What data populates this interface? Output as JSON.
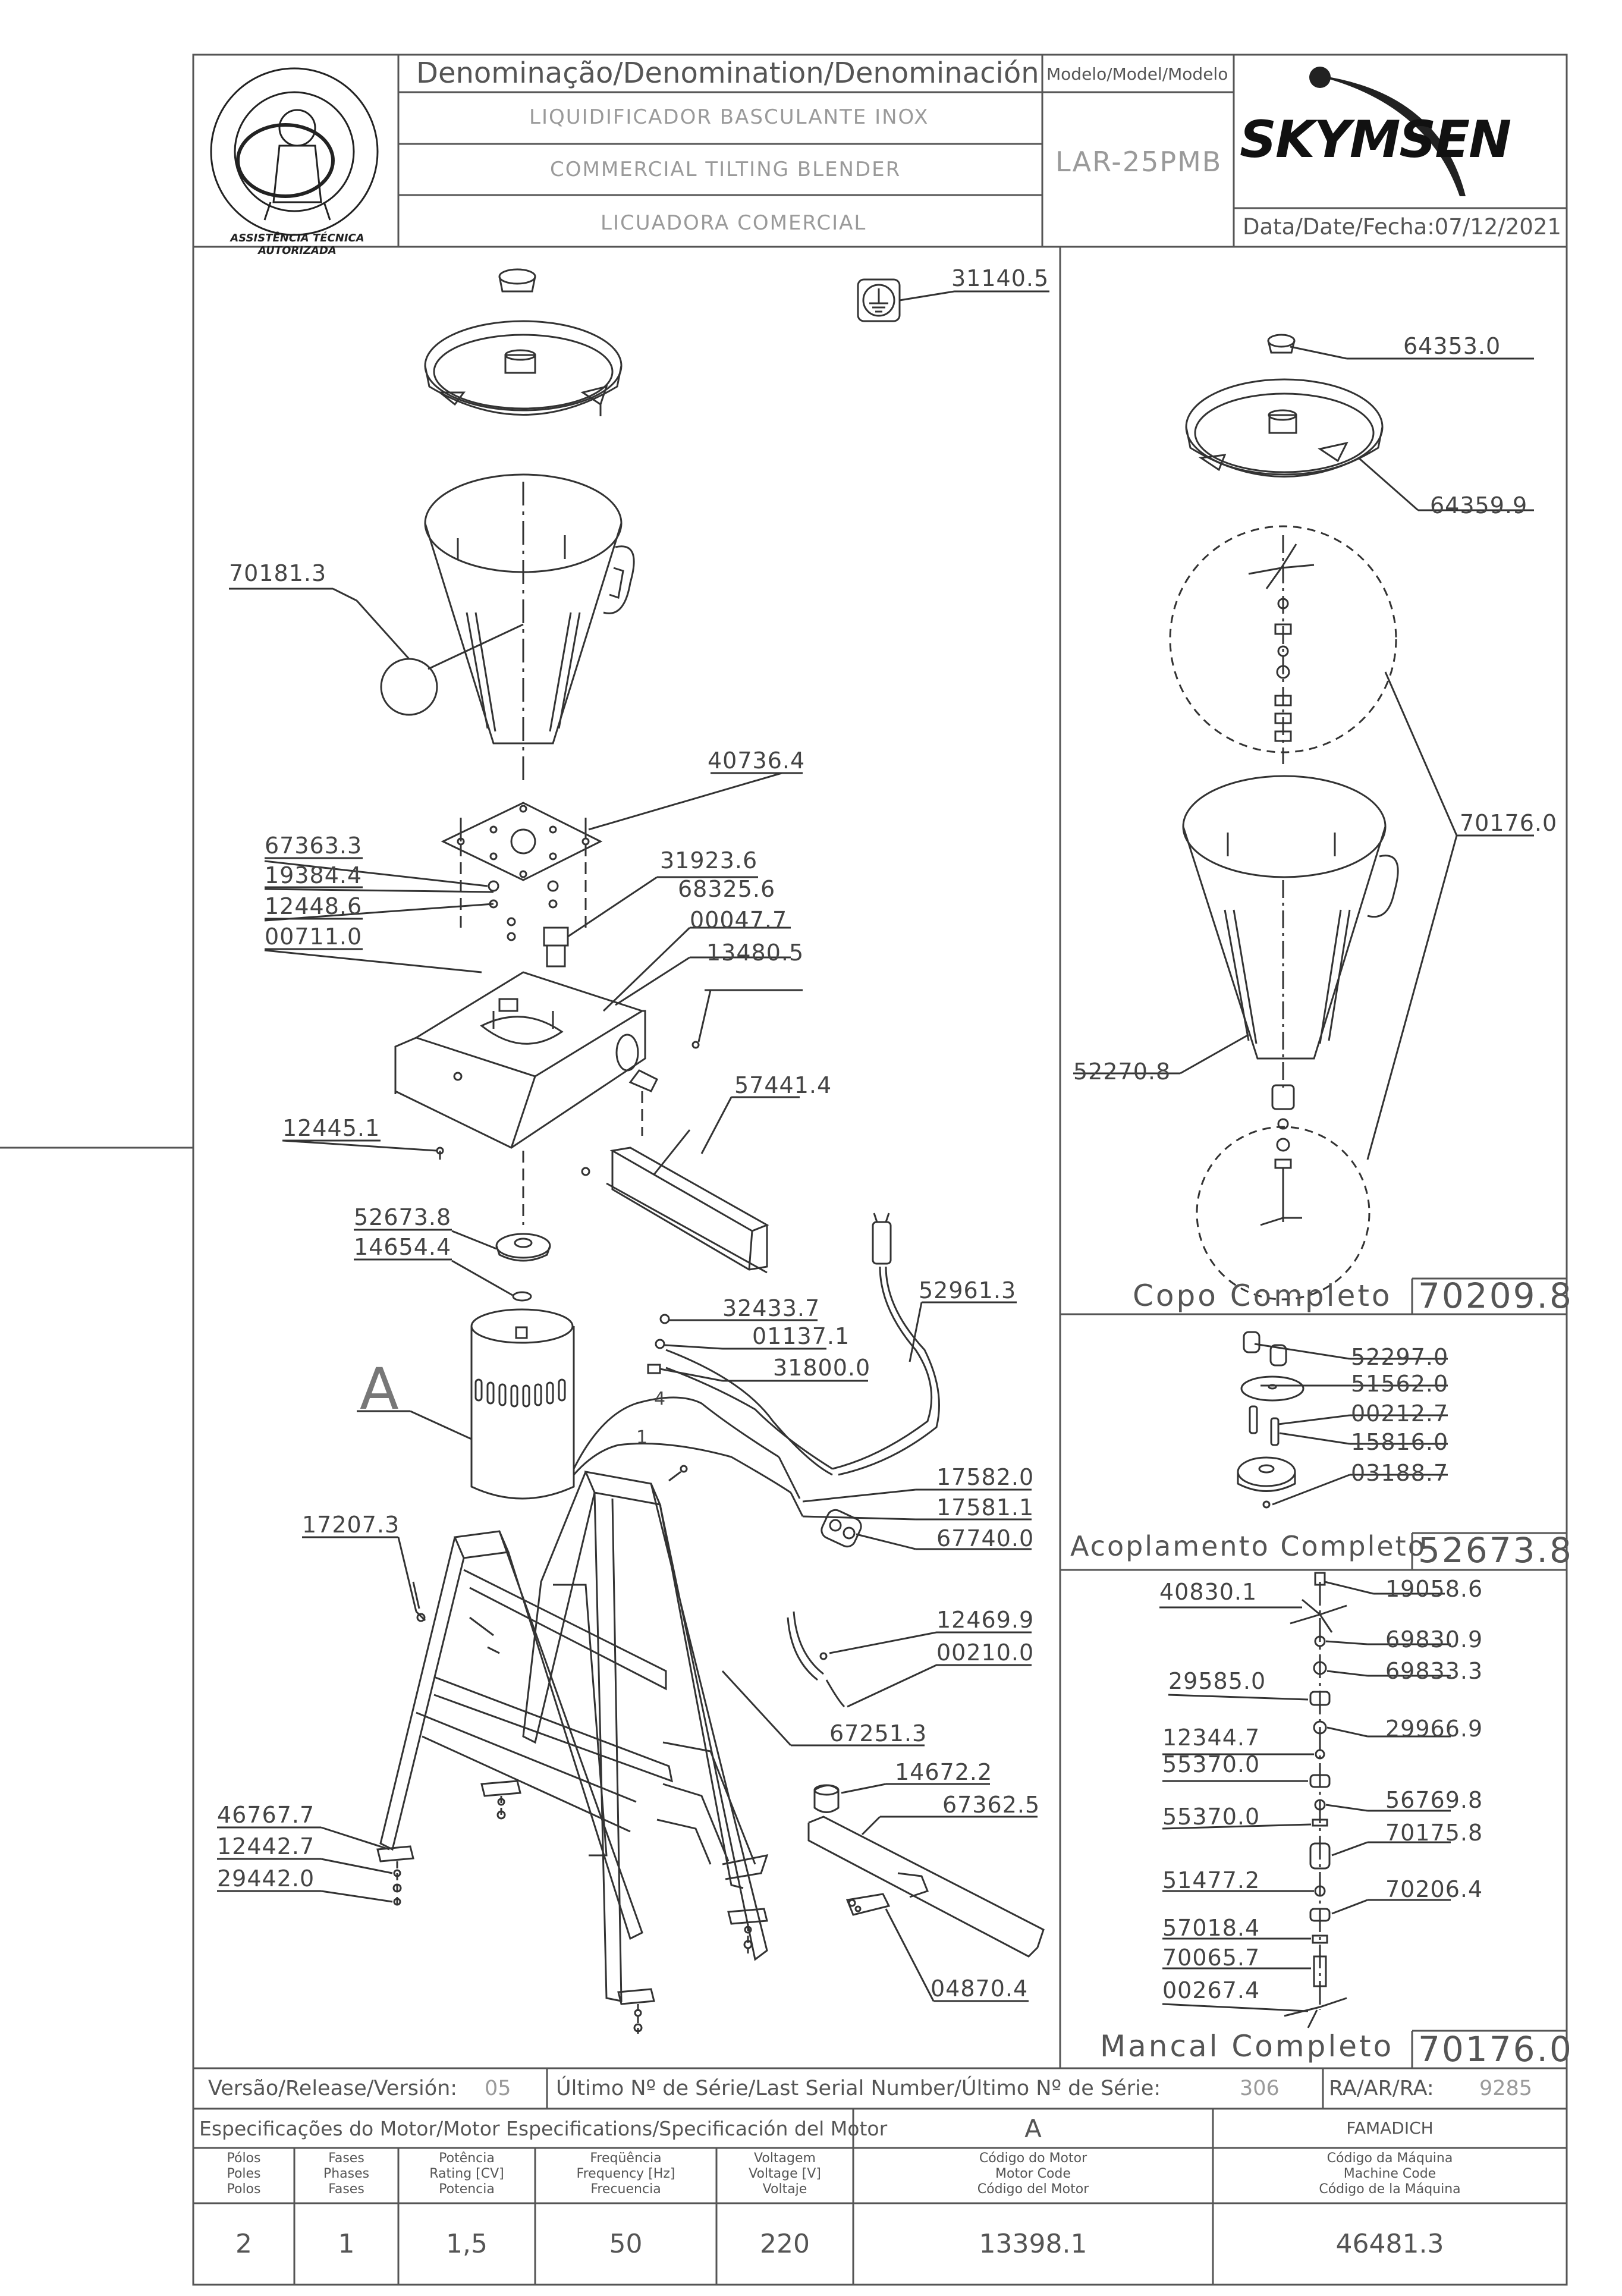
{
  "header": {
    "denomination_label": "Denominação/Denomination/Denominación",
    "name_pt": "LIQUIDIFICADOR BASCULANTE INOX",
    "name_en": "COMMERCIAL TILTING BLENDER",
    "name_es": "LICUADORA COMERCIAL",
    "model_label": "Modelo/Model/Modelo",
    "model_value": "LAR-25PMB",
    "brand": "SKYMSEN",
    "date_label": "Data/Date/Fecha:",
    "date_value": "07/12/2021",
    "seal_text": "ASSISTÊNCIA TÉCNICA AUTORIZADA"
  },
  "callouts_left": {
    "p31140": "31140.5",
    "p70181": "70181.3",
    "p40736": "40736.4",
    "p67363": "67363.3",
    "p19384": "19384.4",
    "p12448": "12448.6",
    "p00711": "00711.0",
    "p31923": "31923.6",
    "p68325": "68325.6",
    "p00047": "00047.7",
    "p13480": "13480.5",
    "p57441": "57441.4",
    "p12445": "12445.1",
    "p52673": "52673.8",
    "p14654": "14654.4",
    "p32433": "32433.7",
    "p01137": "01137.1",
    "p31800": "31800.0",
    "p52961": "52961.3",
    "motor_letter": "A",
    "wire4": "4",
    "wire1": "1",
    "p17582": "17582.0",
    "p17581": "17581.1",
    "p67740": "67740.0",
    "p17207": "17207.3",
    "p12469": "12469.9",
    "p00210": "00210.0",
    "p67251": "67251.3",
    "p14672": "14672.2",
    "p67362": "67362.5",
    "p46767": "46767.7",
    "p12442": "12442.7",
    "p29442": "29442.0",
    "p04870": "04870.4"
  },
  "section_copo": {
    "p64353": "64353.0",
    "p64359": "64359.9",
    "p70176": "70176.0",
    "p52270": "52270.8",
    "title": "Copo Completo",
    "code": "70209.8"
  },
  "section_acoplamento": {
    "p52297": "52297.0",
    "p51562": "51562.0",
    "p00212": "00212.7",
    "p15816": "15816.0",
    "p03188": "03188.7",
    "title": "Acoplamento Completo",
    "code": "52673.8"
  },
  "section_mancal": {
    "p40830": "40830.1",
    "p19058": "19058.6",
    "p69830": "69830.9",
    "p69833": "69833.3",
    "p29585": "29585.0",
    "p29966": "29966.9",
    "p12344": "12344.7",
    "p55370a": "55370.0",
    "p56769": "56769.8",
    "p55370b": "55370.0",
    "p70175": "70175.8",
    "p51477": "51477.2",
    "p70206": "70206.4",
    "p57018": "57018.4",
    "p70065": "70065.7",
    "p00267": "00267.4",
    "title": "Mancal Completo",
    "code": "70176.0"
  },
  "footer": {
    "version_label": "Versão/Release/Versión:",
    "version_value": "05",
    "serial_label": "Último Nº de Série/Last Serial Number/Último Nº de Série:",
    "serial_value": "306",
    "ra_label": "RA/AR/RA:",
    "ra_value": "9285",
    "motor_spec_label": "Especificações do Motor/Motor Especifications/Specificación del Motor",
    "motor_letter": "A",
    "manufacturer": "FAMADICH",
    "columns": [
      {
        "l1": "Pólos",
        "l2": "Poles",
        "l3": "Polos",
        "value": "2"
      },
      {
        "l1": "Fases",
        "l2": "Phases",
        "l3": "Fases",
        "value": "1"
      },
      {
        "l1": "Potência",
        "l2": "Rating [CV]",
        "l3": "Potencia",
        "value": "1,5"
      },
      {
        "l1": "Freqüência",
        "l2": "Frequency [Hz]",
        "l3": "Frecuencia",
        "value": "50"
      },
      {
        "l1": "Voltagem",
        "l2": "Voltage [V]",
        "l3": "Voltaje",
        "value": "220"
      },
      {
        "l1": "Código do Motor",
        "l2": "Motor Code",
        "l3": "Código del Motor",
        "value": "13398.1"
      },
      {
        "l1": "Código da Máquina",
        "l2": "Machine Code",
        "l3": "Código de la Máquina",
        "value": "46481.3"
      }
    ]
  }
}
